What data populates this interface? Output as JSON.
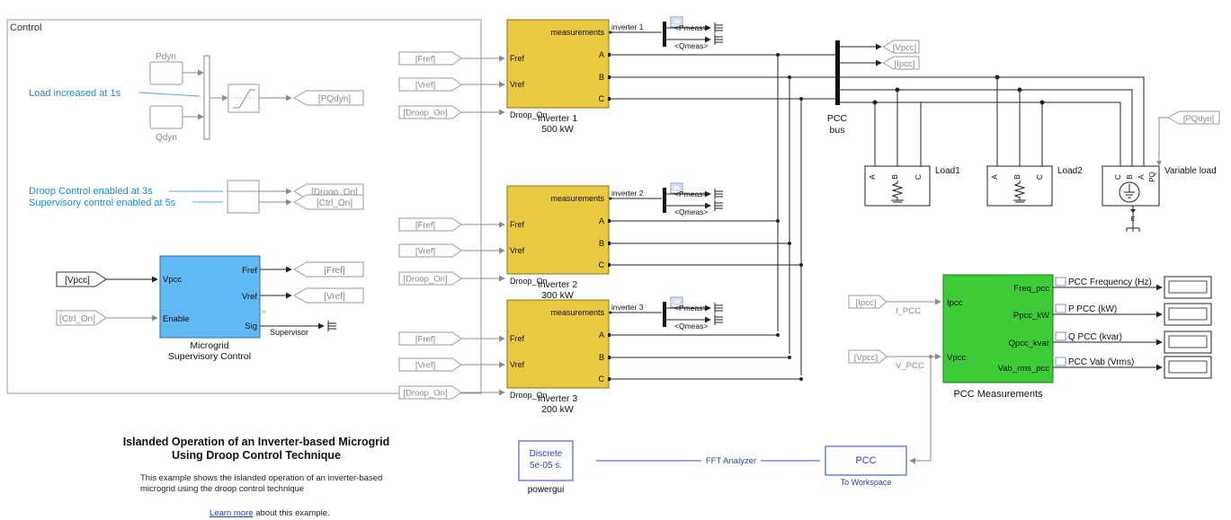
{
  "control_area": {
    "label": "Control"
  },
  "annotations": {
    "load_increase": "Load increased at 1s",
    "droop_enable": "Droop Control enabled at 3s",
    "supervisory_enable": "Supervisory control enabled at 5s"
  },
  "control_blocks": {
    "pdyn": "Pdyn",
    "qdyn": "Qdyn"
  },
  "goto_tags": {
    "pqdyn": "[PQdyn]",
    "droop_on": "[Droop_On]",
    "ctrl_on": "[Ctrl_On]",
    "fref": "[Fref]",
    "vref": "[Vref]",
    "vpcc": "[Vpcc]",
    "ipcc": "[Ipcc]"
  },
  "supervisory": {
    "ports_in": [
      "Vpcc",
      "Enable"
    ],
    "ports_out": [
      "Fref",
      "Vref",
      "Sig"
    ],
    "name_line1": "Microgrid",
    "name_line2": "Supervisory Control",
    "sig_label": "Supervisor"
  },
  "inverters": [
    {
      "name": "Inverter 1",
      "power": "500 kW",
      "signal": "inverter 1"
    },
    {
      "name": "Inverter 2",
      "power": "300 kW",
      "signal": "inverter 2"
    },
    {
      "name": "Inverter 3",
      "power": "200 kW",
      "signal": "inverter 3"
    }
  ],
  "inverter_ports": {
    "inputs": [
      "Fref",
      "Vref",
      "Droop_On"
    ],
    "outputs": [
      "measurements",
      "A",
      "B",
      "C"
    ]
  },
  "selector_labels": {
    "pmeas": "<Pmeas>",
    "qmeas": "<Qmeas>"
  },
  "pcc_bus": {
    "line1": "PCC",
    "line2": "bus"
  },
  "loads": {
    "load1": "Load1",
    "load2": "Load2",
    "variable": "Variable load",
    "phases": [
      "A",
      "B",
      "C"
    ],
    "pq_port": "PQ",
    "ground_label": "E"
  },
  "pcc_measurements": {
    "name": "PCC Measurements",
    "inputs": [
      "Ipcc",
      "Vpcc"
    ],
    "outputs": [
      "Freq_pcc",
      "Ppcc_kW",
      "Qpcc_kvar",
      "Vab_rms_pcc"
    ],
    "from_labels": [
      "I_PCC",
      "V_PCC"
    ],
    "displays": [
      "PCC Frequency (Hz)",
      "P PCC (kW)",
      "Q PCC (kvar)",
      "PCC Vab (Vrms)"
    ]
  },
  "powergui": {
    "line1": "Discrete",
    "line2": "5e-05 s.",
    "name": "powergui"
  },
  "fft_label": "FFT Analyzer",
  "to_workspace": {
    "var": "PCC",
    "name": "To Workspace"
  },
  "model_info": {
    "title_line1": "Islanded Operation of an Inverter-based Microgrid",
    "title_line2": "Using Droop Control Technique",
    "desc_line1": "This example shows the islanded operation of an inverter-based",
    "desc_line2": "microgrid using the droop control technique",
    "learn_link": "Learn more",
    "learn_rest": " about this example."
  },
  "colors": {
    "inverter_fill": "#e8c93f",
    "supervisory_fill": "#62b7f5",
    "measurement_fill": "#3dcc38",
    "annotation_text": "#1a8ad4",
    "tag_stroke": "#9a9a9a"
  }
}
